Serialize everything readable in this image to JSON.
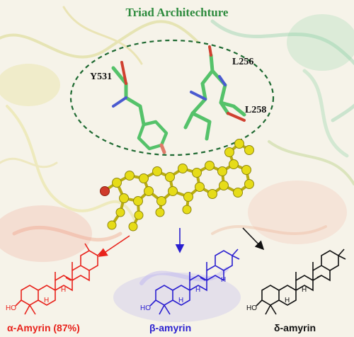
{
  "title": "Triad Architechture",
  "residues": [
    "Y531",
    "L256",
    "L258"
  ],
  "products": [
    {
      "name": "α-Amyrin (87%)",
      "color": "#e8221b"
    },
    {
      "name": "β-amyrin",
      "color": "#2a1fd0"
    },
    {
      "name": "δ-amyrin",
      "color": "#111111"
    }
  ],
  "atom_labels": {
    "hydroxyl": "HO",
    "hydrogen": "H"
  },
  "colors": {
    "title_green": "#2e8b3e",
    "stick_green": "#55c26a",
    "ball_yellow": "#e6dc18",
    "oxygen_red": "#d03a2a"
  }
}
